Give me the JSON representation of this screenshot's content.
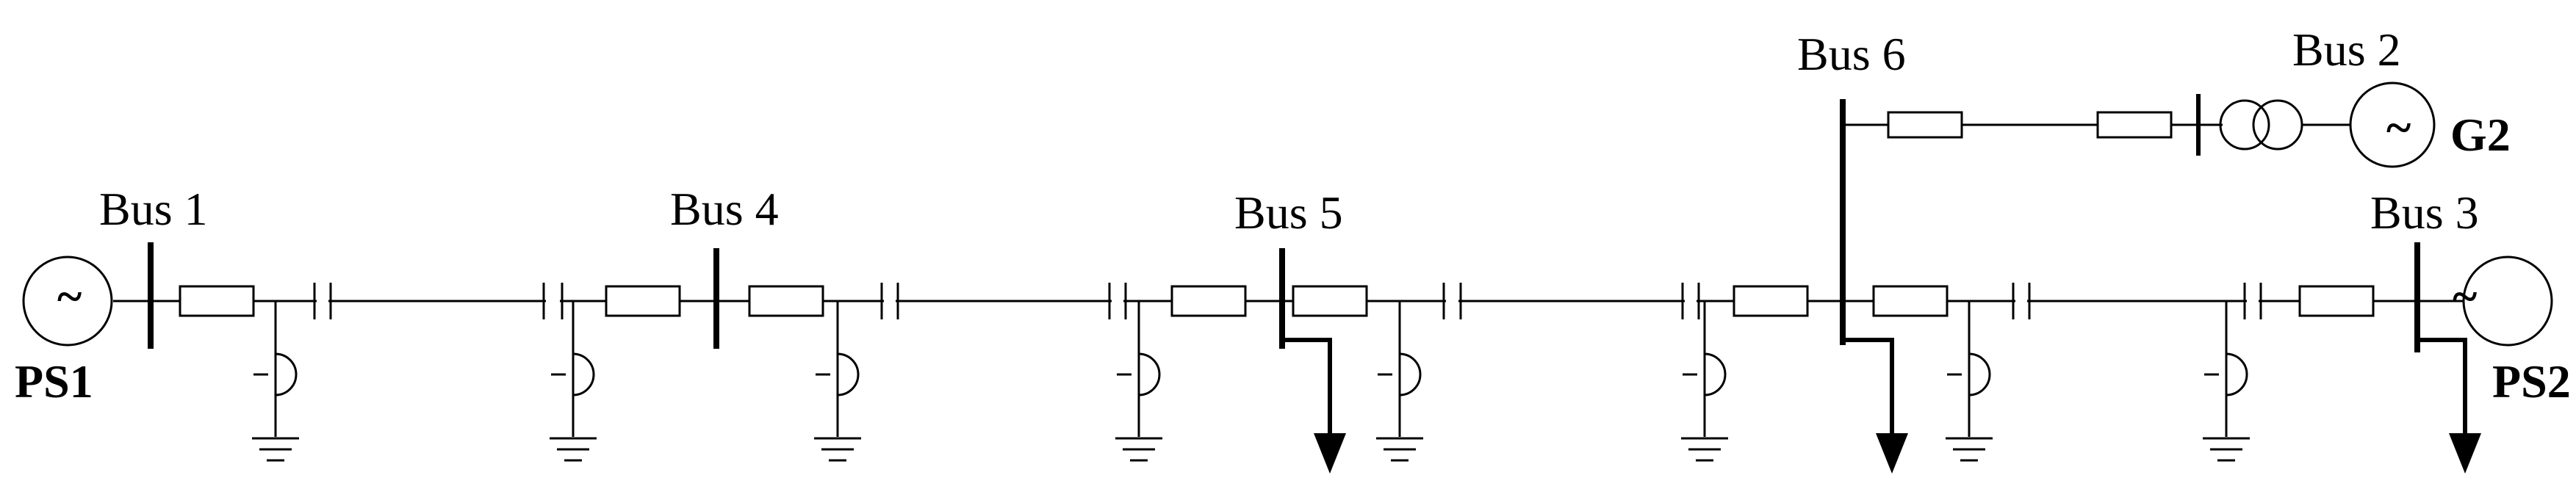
{
  "diagram": {
    "buses": [
      "Bus 1",
      "Bus 4",
      "Bus 5",
      "Bus 6",
      "Bus 2",
      "Bus 3"
    ],
    "sources": [
      "PS1",
      "PS2",
      "G2"
    ],
    "source_symbol": "~"
  }
}
